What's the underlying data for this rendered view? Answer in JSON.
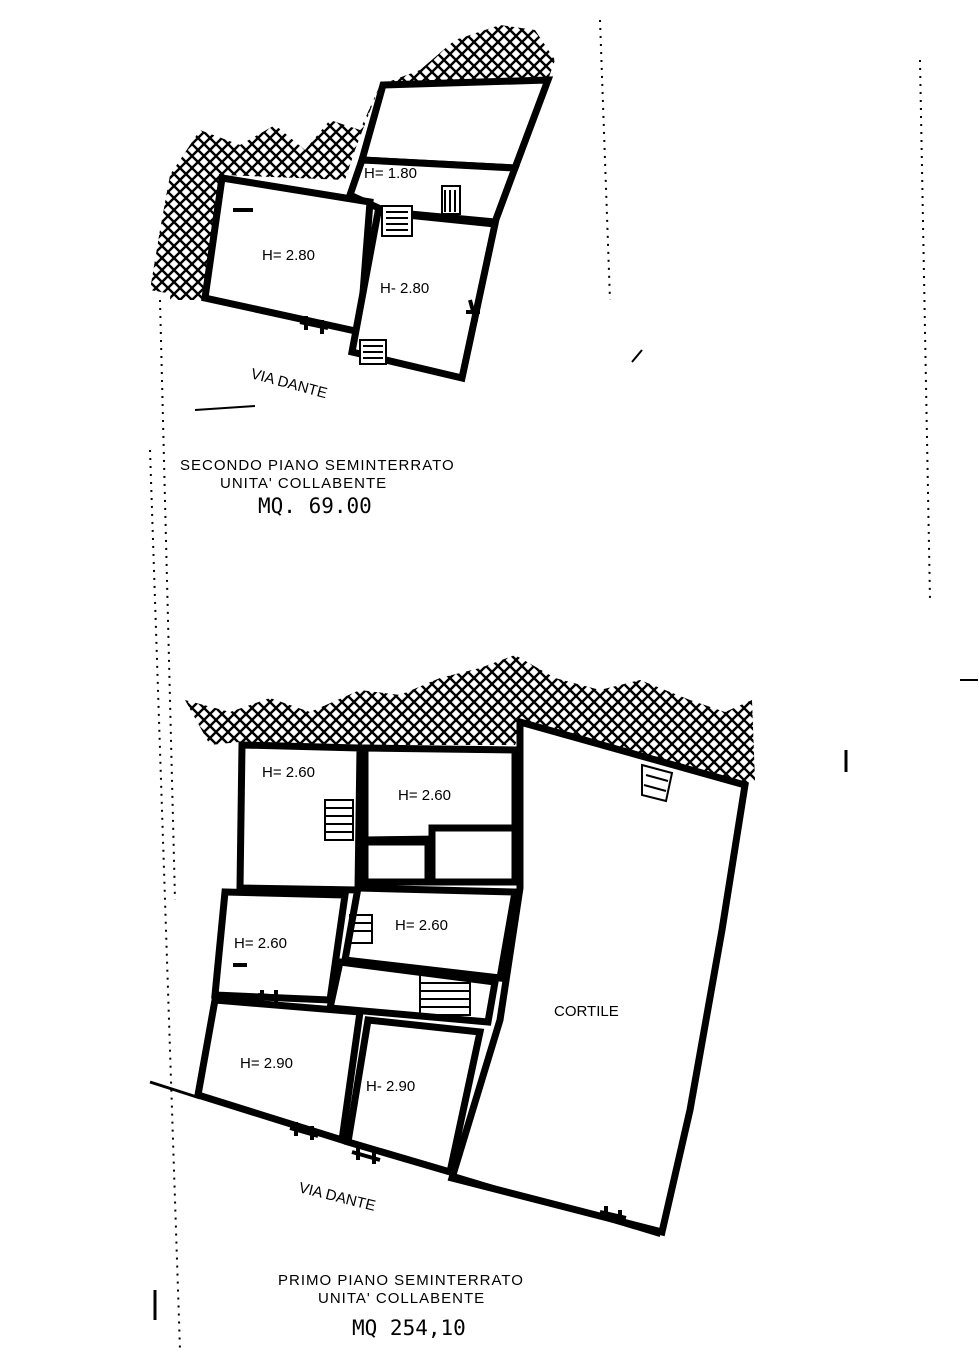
{
  "plan_top": {
    "rooms": [
      {
        "label": "H= 1.80"
      },
      {
        "label": "H= 2.80"
      },
      {
        "label": "H- 2.80"
      }
    ],
    "street": "VIA DANTE",
    "title": "SECONDO PIANO SEMINTERRATO",
    "subtitle": "UNITA' COLLABENTE",
    "area": "MQ. 69.00"
  },
  "plan_bottom": {
    "rooms": [
      {
        "label": "H= 2.60"
      },
      {
        "label": "H= 2.60"
      },
      {
        "label": "H= 2.60"
      },
      {
        "label": "H= 2.60"
      },
      {
        "label": "H= 2.90"
      },
      {
        "label": "H- 2.90"
      }
    ],
    "courtyard": "CORTILE",
    "street": "VIA DANTE",
    "title": "PRIMO PIANO SEMINTERRATO",
    "subtitle": "UNITA' COLLABENTE",
    "area": "MQ 254,10"
  }
}
